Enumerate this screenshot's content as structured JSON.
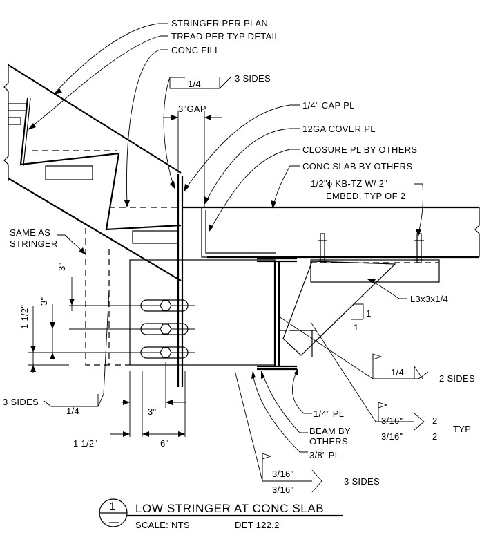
{
  "callouts": {
    "stringer": "STRINGER PER PLAN",
    "tread": "TREAD PER TYP DETAIL",
    "conc_fill": "CONC FILL",
    "cap_pl": "1/4\" CAP PL",
    "cover_pl": "12GA COVER PL",
    "closure_pl": "CLOSURE PL BY OTHERS",
    "conc_slab": "CONC SLAB BY OTHERS",
    "anchor_line1": "1/2\"ϕ KB-TZ W/ 2\"",
    "anchor_line2": "EMBED, TYP OF 2",
    "angle": "L3x3x1/4",
    "same_as_line1": "SAME AS",
    "same_as_line2": "STRINGER",
    "quarter_pl": "1/4\" PL",
    "beam_line1": "BEAM BY",
    "beam_line2": "OTHERS",
    "three_eighths_pl": "3/8\" PL"
  },
  "welds": {
    "top_size": "1/4",
    "top_note": "3 SIDES",
    "left_size": "1/4",
    "left_note": "3 SIDES",
    "right_size": "1/4",
    "right_note": "2 SIDES",
    "typ_size_top": "3/16\"",
    "typ_size_bottom": "3/16\"",
    "typ_len_top": "2",
    "typ_len_bottom": "2",
    "typ_note": "TYP",
    "bottom_size_top": "3/16\"",
    "bottom_size_bottom": "3/16\"",
    "bottom_note": "3 SIDES"
  },
  "dimensions": {
    "gap": "3\"GAP",
    "vert_3a": "3\"",
    "vert_3b": "3\"",
    "vert_1half": "1 1/2\"",
    "horiz_3": "3\"",
    "horiz_1half": "1 1/2\"",
    "horiz_6": "6\""
  },
  "slope": {
    "rise": "1",
    "run": "1"
  },
  "title_block": {
    "number": "1",
    "title": "LOW STRINGER AT CONC SLAB",
    "scale": "SCALE: NTS",
    "detail_ref": "DET 122.2"
  }
}
